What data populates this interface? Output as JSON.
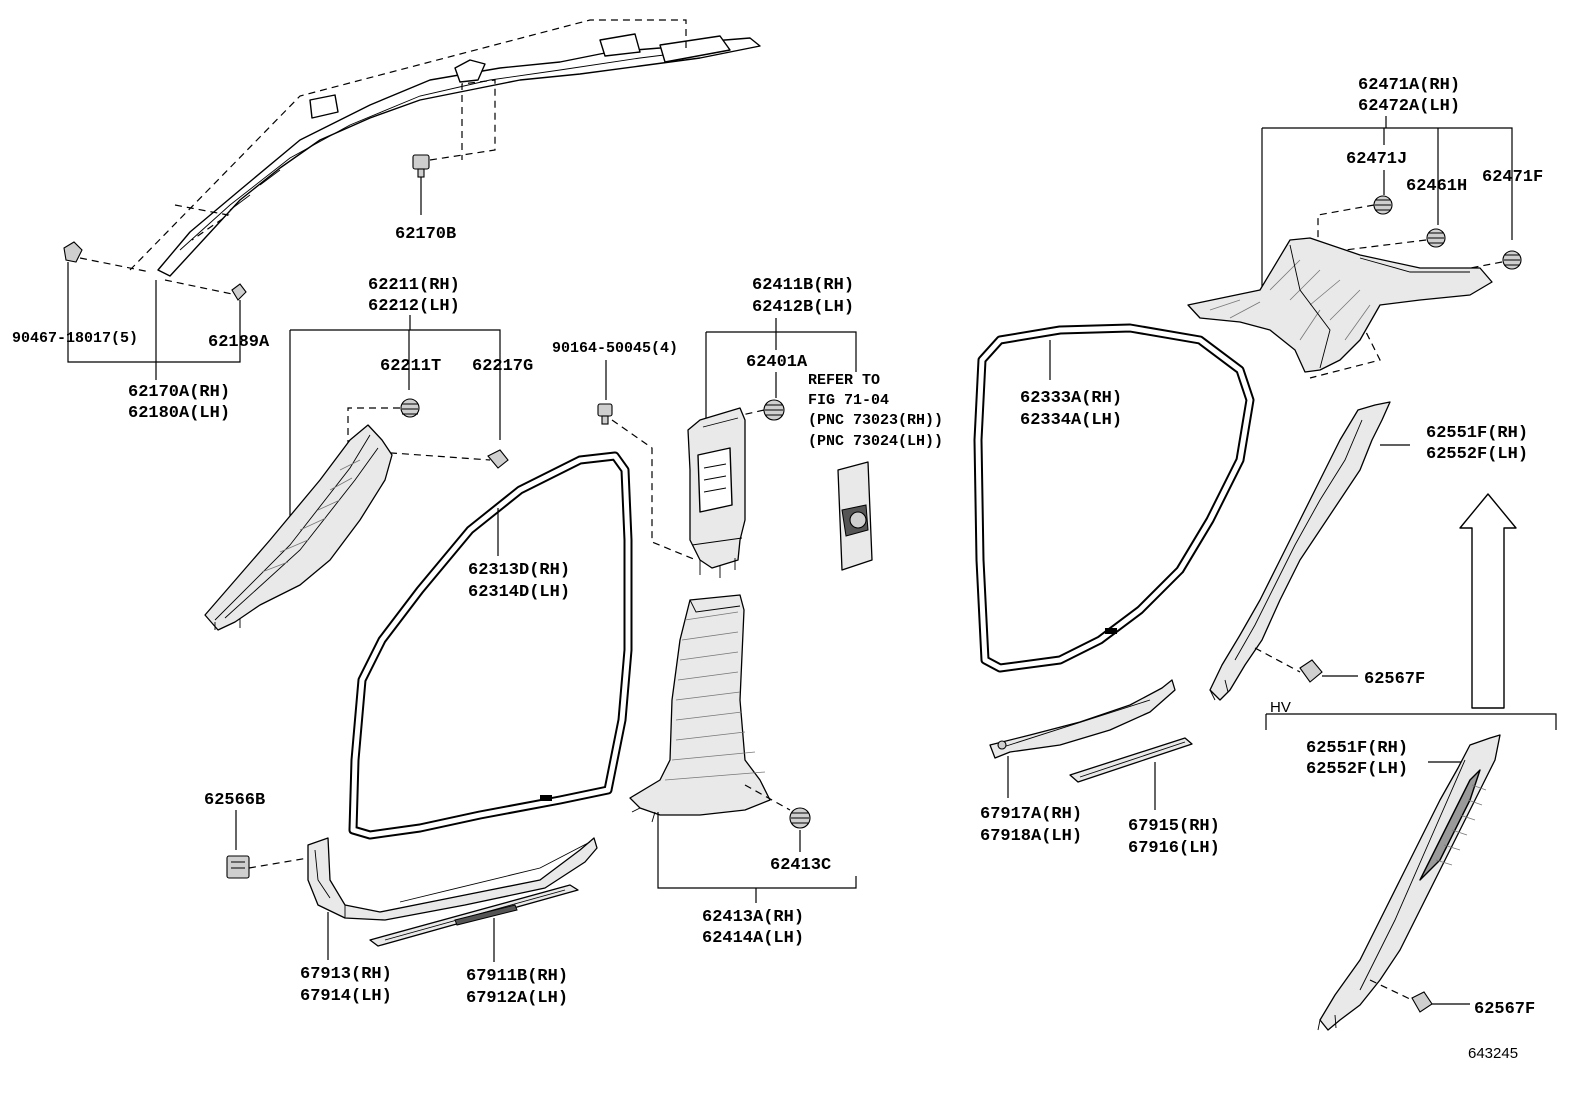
{
  "labels": {
    "p62170B": "62170B",
    "p90467": "90467-18017(5)",
    "p62189A": "62189A",
    "p62170A": "62170A(RH)",
    "p62180A": "62180A(LH)",
    "p62211": "62211(RH)",
    "p62212": "62212(LH)",
    "p62211T": "62211T",
    "p62217G": "62217G",
    "p62313D": "62313D(RH)",
    "p62314D": "62314D(LH)",
    "p90164": "90164-50045(4)",
    "p62411B": "62411B(RH)",
    "p62412B": "62412B(LH)",
    "p62401A": "62401A",
    "refer1": "REFER TO",
    "refer2": "FIG 71-04",
    "refer3": "(PNC 73023(RH))",
    "refer4": "(PNC 73024(LH))",
    "p62333A": "62333A(RH)",
    "p62334A": "62334A(LH)",
    "p62471A": "62471A(RH)",
    "p62472A": "62472A(LH)",
    "p62471J": "62471J",
    "p62461H": "62461H",
    "p62471F": "62471F",
    "p62551F_a": "62551F(RH)",
    "p62552F_a": "62552F(LH)",
    "p62567F_a": "62567F",
    "hv": "HV",
    "p62551F_b": "62551F(RH)",
    "p62552F_b": "62552F(LH)",
    "p62567F_b": "62567F",
    "p62566B": "62566B",
    "p67913": "67913(RH)",
    "p67914": "67914(LH)",
    "p67911B": "67911B(RH)",
    "p67912A": "67912A(LH)",
    "p62413C": "62413C",
    "p62413A": "62413A(RH)",
    "p62414A": "62414A(LH)",
    "p67917A": "67917A(RH)",
    "p67918A": "67918A(LH)",
    "p67915": "67915(RH)",
    "p67916": "67916(LH)",
    "figno": "643245"
  }
}
